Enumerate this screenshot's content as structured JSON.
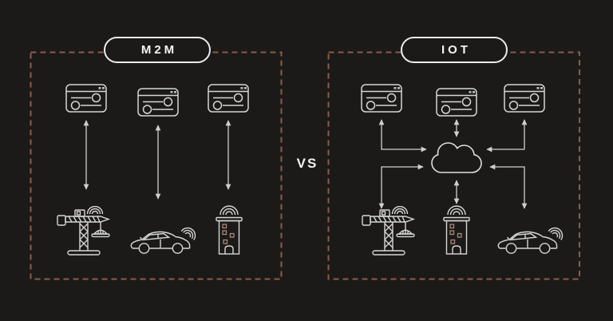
{
  "diagram": {
    "divider": {
      "label": "VS"
    },
    "panels": {
      "left": {
        "label": "M2M",
        "top_row_icons": [
          "machine",
          "machine",
          "machine"
        ],
        "bottom_row_icons": [
          "crane",
          "car",
          "building"
        ],
        "connection_style": "direct double-headed vertical arrows"
      },
      "right": {
        "label": "IOT",
        "top_row_icons": [
          "machine",
          "machine",
          "machine"
        ],
        "center_icon": "cloud",
        "bottom_row_icons": [
          "crane",
          "building",
          "car"
        ],
        "connection_style": "double-headed arrows routed through central cloud"
      }
    },
    "colors": {
      "background": "#1b1a19",
      "panel_dash": "#8d5c45",
      "icon_stroke": "#d6d6d6",
      "arrow_stroke": "#cfcfcf",
      "pill_border": "#ececec",
      "label_text": "#f5f5f5"
    }
  }
}
